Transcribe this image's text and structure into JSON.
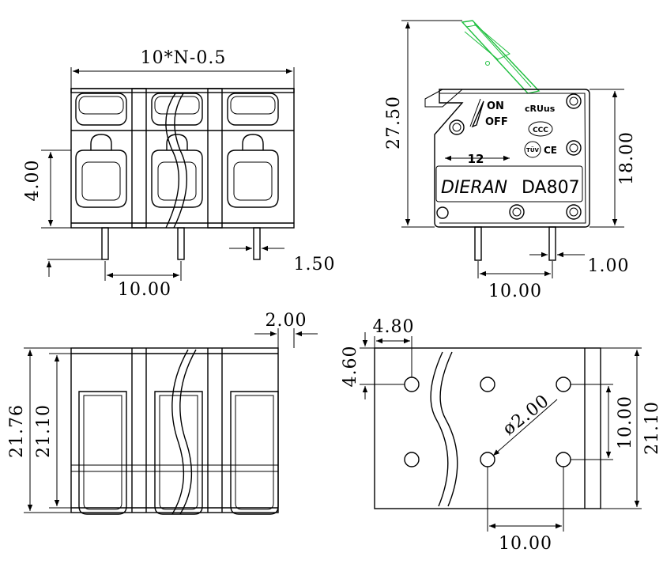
{
  "colors": {
    "line": "#000000",
    "lever": "#1fbf3f",
    "background": "#ffffff"
  },
  "front_view": {
    "width_formula": "10*N-0.5",
    "height_dim": "4.00",
    "pitch_dim": "10.00",
    "pin_dim": "1.50"
  },
  "side_view": {
    "total_height_dim": "27.50",
    "body_height_dim": "18.00",
    "pitch_dim": "10.00",
    "pin_dim": "1.00",
    "label_on": "ON",
    "label_off": "OFF",
    "label_wire": "12",
    "label_brand": "DIERAN",
    "label_model": "DA807",
    "cert_ul": "cRUus",
    "cert_ccc": "CCC",
    "cert_tuv": "TÜV",
    "cert_ce": "CE"
  },
  "bottom_view": {
    "outer_height_dim": "21.76",
    "inner_height_dim": "21.10",
    "wall_dim": "2.00"
  },
  "pcb_layout": {
    "hole_x_dim": "4.80",
    "hole_y_dim": "4.60",
    "hole_dia_dim": "ø2.00",
    "row_pitch_dim": "10.00",
    "height_dim": "21.10",
    "col_pitch_dim": "10.00"
  }
}
